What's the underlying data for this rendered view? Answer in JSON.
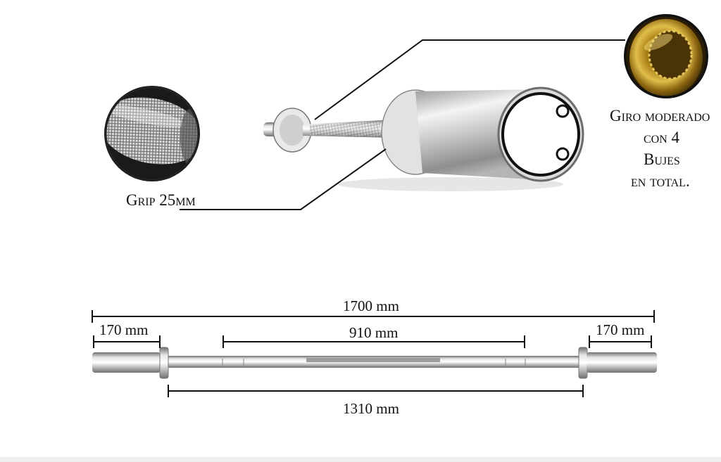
{
  "callouts": {
    "grip": {
      "text": "Grip 25mm"
    },
    "rotation": {
      "lines": [
        "Giro moderado",
        "con 4",
        "Bujes",
        "en total."
      ]
    }
  },
  "dimensions": {
    "total_length": "1700 mm",
    "left_sleeve": "170 mm",
    "right_sleeve": "170 mm",
    "knurling": "910 mm",
    "between_collars": "1310 mm"
  },
  "colors": {
    "line": "#111111",
    "steel_light": "#f2f2f2",
    "steel_dark": "#8a8a8a",
    "bronze": "#c9a227"
  }
}
